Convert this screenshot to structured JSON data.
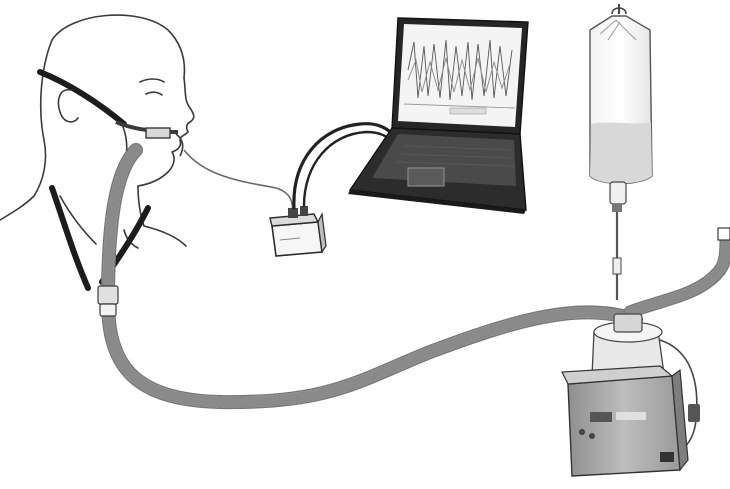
{
  "figure": {
    "components": [
      {
        "id": "patient",
        "icon": "patient-head-icon"
      },
      {
        "id": "nasal-cannula",
        "icon": "nasal-cannula-icon"
      },
      {
        "id": "pressure-transducer",
        "icon": "pressure-transducer-icon"
      },
      {
        "id": "laptop",
        "icon": "laptop-icon"
      },
      {
        "id": "water-bag",
        "icon": "water-bag-icon"
      },
      {
        "id": "humidifier",
        "icon": "humidifier-icon"
      },
      {
        "id": "heated-circuit",
        "icon": "corrugated-tube-icon"
      }
    ],
    "colors": {
      "line": "#3a3a3a",
      "tube_fill": "#c9c9c9",
      "tube_rib": "#8a8a8a",
      "device_gray": "#a9a9a9",
      "screen_bg": "#f4f4f4",
      "strap": "#1c1c1c"
    }
  }
}
